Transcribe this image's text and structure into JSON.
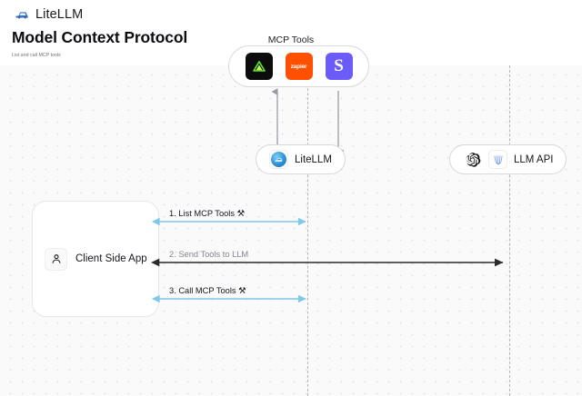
{
  "header": {
    "brand_name": "LiteLLM",
    "logo_icon": "litellm-logo-icon"
  },
  "page": {
    "title": "Model Context Protocol",
    "subtitle": "List and call MCP tools"
  },
  "diagram": {
    "mcp_group": {
      "label": "MCP Tools",
      "tools": [
        {
          "name": "triangle-tool-icon",
          "label": "",
          "bg": "#0c0c0c",
          "fg": "#6ee34a"
        },
        {
          "name": "zapier-tool-icon",
          "label": "zapier",
          "bg": "#ff4f00",
          "fg": "#ffffff"
        },
        {
          "name": "slack-s-tool-icon",
          "label": "S",
          "bg": "#6c5cf7",
          "fg": "#ffffff"
        }
      ]
    },
    "nodes": [
      {
        "id": "litellm",
        "label": "LiteLLM",
        "icon": "litellm-avatar-icon"
      },
      {
        "id": "llm-api",
        "label": "LLM API",
        "icons": [
          "openai-logo-icon",
          "anthropic-logo-icon"
        ]
      }
    ],
    "client": {
      "label": "Client Side App",
      "icon": "user-person-icon"
    },
    "messages": [
      {
        "index": "1.",
        "label": "1. List MCP Tools",
        "tool_glyph": "⚒",
        "color": "#7ec8e8",
        "style": "bidirectional"
      },
      {
        "index": "2.",
        "label": "2. Send Tools to LLM",
        "tool_glyph": "",
        "color": "#2b2b2b",
        "style": "leftward"
      },
      {
        "index": "3.",
        "label": "3. Call MCP Tools",
        "tool_glyph": "⚒",
        "color": "#7ec8e8",
        "style": "bidirectional"
      }
    ],
    "colors": {
      "canvas_bg": "#fafafb",
      "dot_grid": "#e3e3e8",
      "lifeline": "#b4b4bb",
      "accent_blue": "#7ec8e8",
      "arrow_dark": "#2b2b2b",
      "vertical_arrow": "#9a9aa3"
    }
  }
}
